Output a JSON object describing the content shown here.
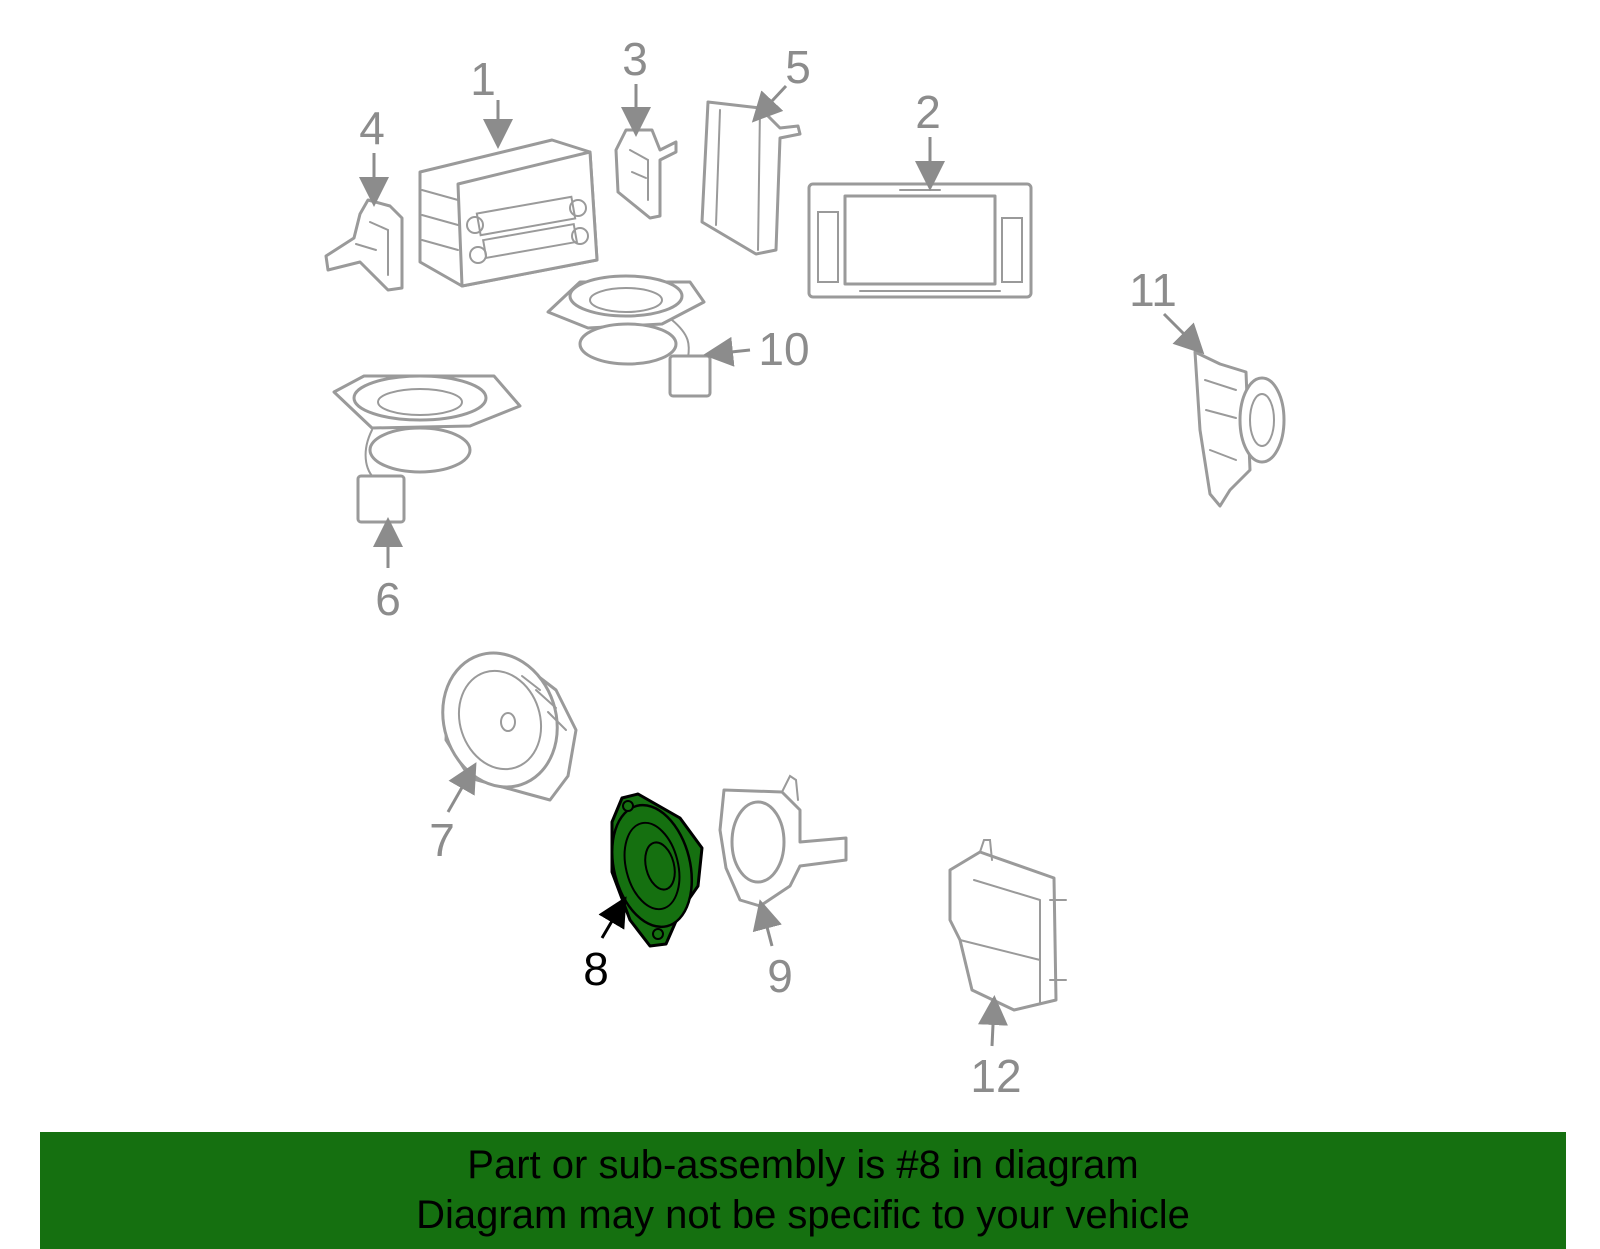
{
  "colors": {
    "highlight": "#157010",
    "part_stroke": "#9a9a9a",
    "label_gray": "#8c8c8c",
    "banner_bg": "#157010"
  },
  "highlighted_part": "8",
  "callouts": [
    "1",
    "2",
    "3",
    "4",
    "5",
    "6",
    "7",
    "8",
    "9",
    "10",
    "11",
    "12"
  ],
  "banner": {
    "line1": "Part or sub-assembly is #8 in diagram",
    "line2": "Diagram may not be specific to your vehicle"
  }
}
